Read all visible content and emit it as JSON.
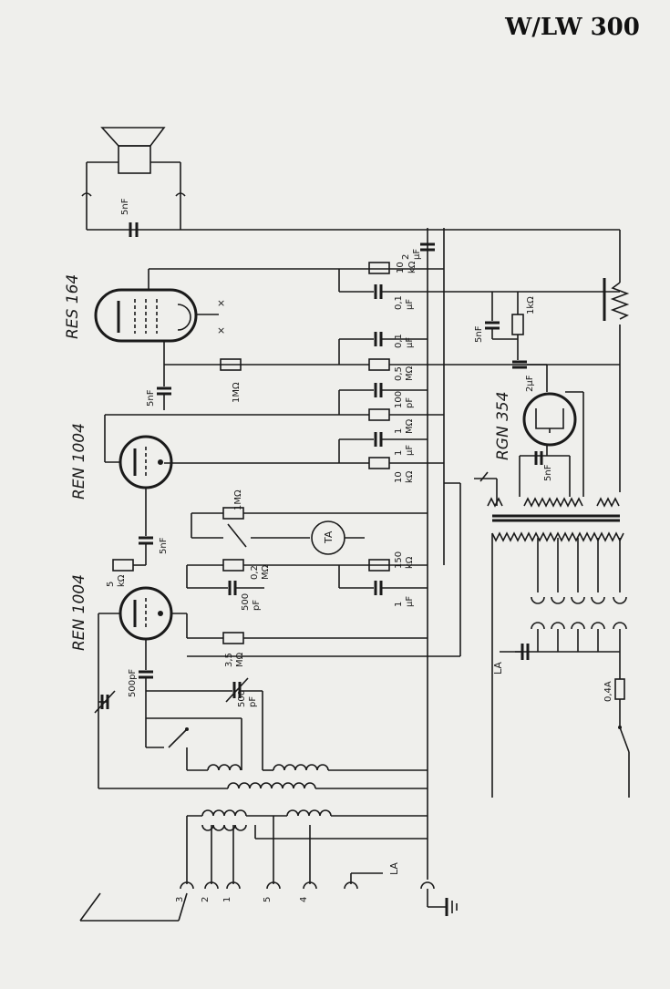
{
  "title": "W/LW 300",
  "tubes": {
    "power": "RES 164",
    "rectifier": "RGN 354",
    "audio": "REN 1004",
    "detector": "REN 1004"
  },
  "component_labels": {
    "c_5nF_top": "5nF",
    "r_10k": [
      "10",
      "kΩ"
    ],
    "c_2uF_top": [
      "2",
      "µF"
    ],
    "c_01_a": [
      "0,1",
      "µF"
    ],
    "c_01_b": [
      "0,1",
      "µF"
    ],
    "r_05M": [
      "0,5",
      "MΩ"
    ],
    "c_100pF": [
      "100",
      "pF"
    ],
    "r_1M_a": [
      "1",
      "MΩ"
    ],
    "c_1uF_a": [
      "1",
      "µF"
    ],
    "r_10k_b": [
      "10",
      "kΩ"
    ],
    "r_1M_grid": "1MΩ",
    "c_5nF_left": "5nF",
    "c_5nF_rect": "5nF",
    "r_1k": "1kΩ",
    "c_2uF_rect": "2µF",
    "r_1M_pot": "1MΩ",
    "ta": "TA",
    "c_5nF_mid": "5nF",
    "r_5k": [
      "5",
      "kΩ"
    ],
    "r_02M": [
      "0,2",
      "MΩ"
    ],
    "r_150k": [
      "150",
      "kΩ"
    ],
    "c_500pF_a": [
      "500",
      "pF"
    ],
    "c_1uF_b": [
      "1",
      "µF"
    ],
    "r_35M": [
      "3,5",
      "MΩ"
    ],
    "c_500pF_left": "500pF",
    "c_500pF_var": [
      "500",
      "pF"
    ],
    "la_right": "LA",
    "fuse": "0,4A",
    "la_bottom": "LA",
    "terminals": [
      "3",
      "2",
      "1",
      "5",
      "4"
    ]
  }
}
